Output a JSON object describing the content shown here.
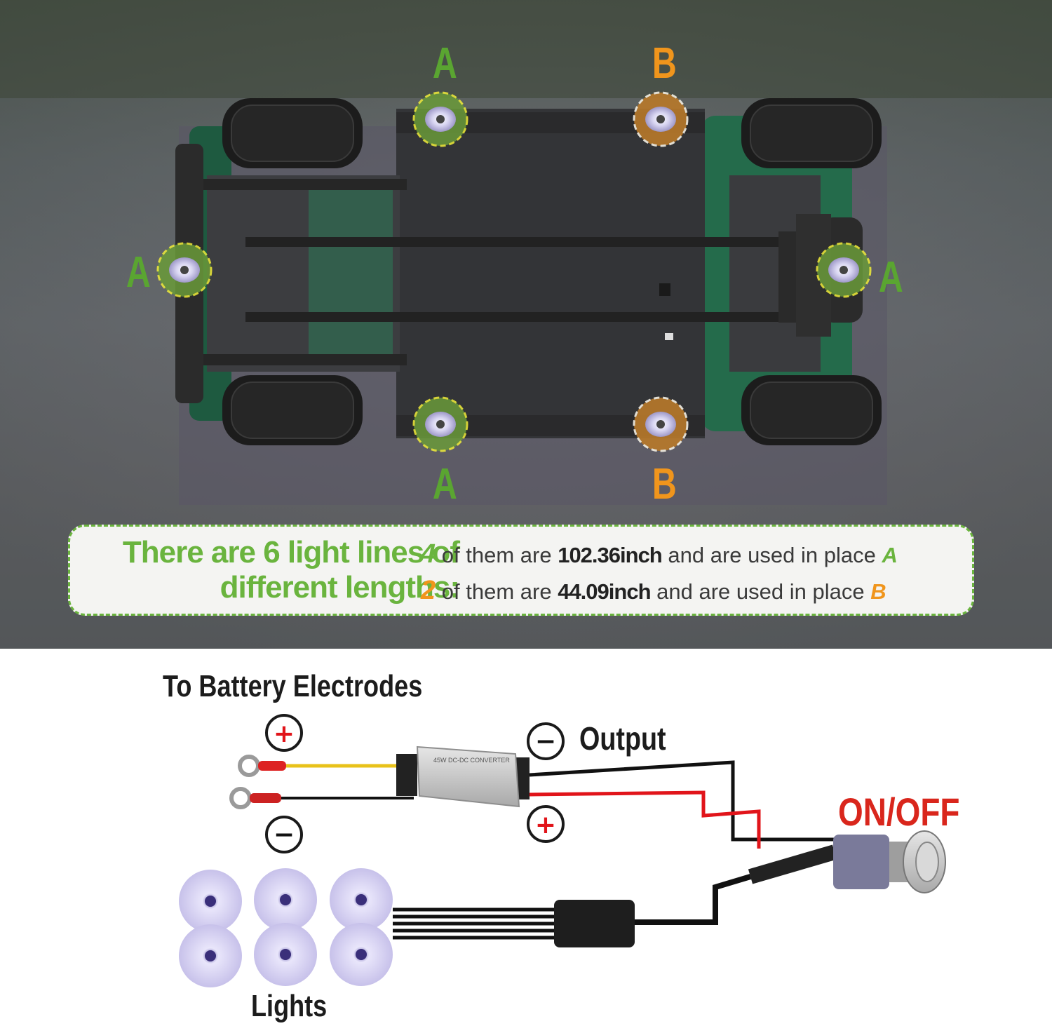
{
  "markers": {
    "a_label": "A",
    "b_label": "B",
    "a_color": "#5aa531",
    "b_color": "#f0951c"
  },
  "info": {
    "heading_line1": "There are 6 light lines of",
    "heading_line2": "different lengths:",
    "row1": {
      "count": "4",
      "text": "of them are",
      "length": "102.36inch",
      "suffix": "and are used in place",
      "place": "A"
    },
    "row2": {
      "count": "2",
      "text": "of them are",
      "length": "44.09inch",
      "suffix": "and are used in place",
      "place": "B"
    }
  },
  "wiring": {
    "battery_label": "To Battery Electrodes",
    "output_label": "Output",
    "switch_label": "ON/OFF",
    "lights_label": "Lights",
    "converter_text": "45W DC-DC CONVERTER",
    "plus_symbol": "+",
    "minus_symbol": "−",
    "switch_color": "#d9261c"
  }
}
